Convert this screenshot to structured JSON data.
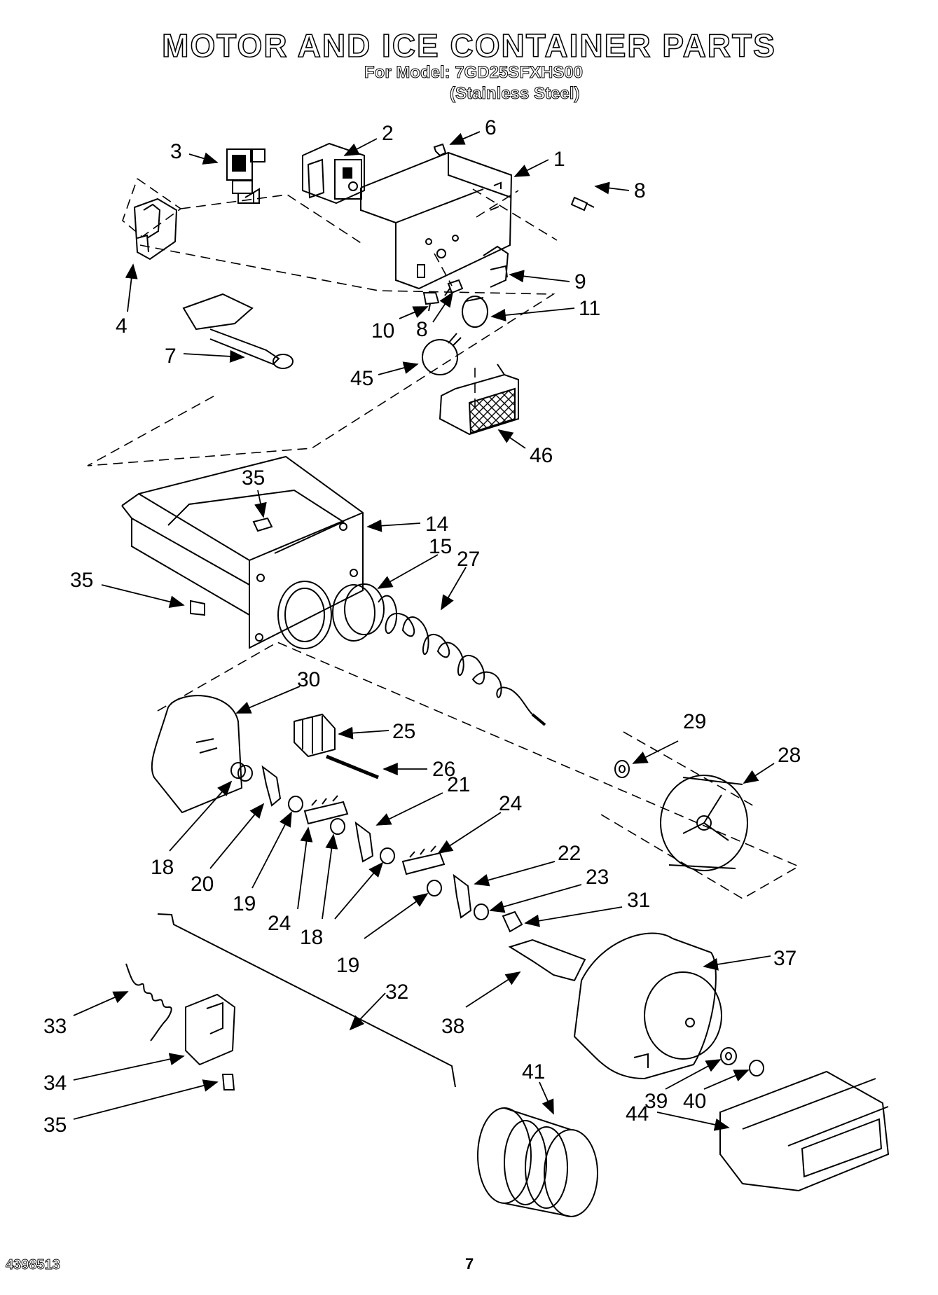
{
  "header": {
    "title": "MOTOR AND ICE CONTAINER PARTS",
    "model_line": "For Model: 7GD25SFXHS00",
    "finish_line": "(Stainless Steel)"
  },
  "footer": {
    "doc_number": "4398513",
    "page_number": "7"
  },
  "callouts": [
    {
      "id": "c1",
      "label": "1"
    },
    {
      "id": "c2",
      "label": "2"
    },
    {
      "id": "c3",
      "label": "3"
    },
    {
      "id": "c4",
      "label": "4"
    },
    {
      "id": "c6",
      "label": "6"
    },
    {
      "id": "c7",
      "label": "7"
    },
    {
      "id": "c8a",
      "label": "8"
    },
    {
      "id": "c8b",
      "label": "8"
    },
    {
      "id": "c9",
      "label": "9"
    },
    {
      "id": "c10",
      "label": "10"
    },
    {
      "id": "c11",
      "label": "11"
    },
    {
      "id": "c45",
      "label": "45"
    },
    {
      "id": "c46",
      "label": "46"
    },
    {
      "id": "c35a",
      "label": "35"
    },
    {
      "id": "c14",
      "label": "14"
    },
    {
      "id": "c15",
      "label": "15"
    },
    {
      "id": "c27",
      "label": "27"
    },
    {
      "id": "c35b",
      "label": "35"
    },
    {
      "id": "c30",
      "label": "30"
    },
    {
      "id": "c29",
      "label": "29"
    },
    {
      "id": "c28",
      "label": "28"
    },
    {
      "id": "c25",
      "label": "25"
    },
    {
      "id": "c26",
      "label": "26"
    },
    {
      "id": "c21",
      "label": "21"
    },
    {
      "id": "c24a",
      "label": "24"
    },
    {
      "id": "c22",
      "label": "22"
    },
    {
      "id": "c23",
      "label": "23"
    },
    {
      "id": "c31",
      "label": "31"
    },
    {
      "id": "c18a",
      "label": "18"
    },
    {
      "id": "c20",
      "label": "20"
    },
    {
      "id": "c19a",
      "label": "19"
    },
    {
      "id": "c24b",
      "label": "24"
    },
    {
      "id": "c18b",
      "label": "18"
    },
    {
      "id": "c19b",
      "label": "19"
    },
    {
      "id": "c37",
      "label": "37"
    },
    {
      "id": "c32",
      "label": "32"
    },
    {
      "id": "c33",
      "label": "33"
    },
    {
      "id": "c38",
      "label": "38"
    },
    {
      "id": "c34",
      "label": "34"
    },
    {
      "id": "c35c",
      "label": "35"
    },
    {
      "id": "c41",
      "label": "41"
    },
    {
      "id": "c39",
      "label": "39"
    },
    {
      "id": "c40",
      "label": "40"
    },
    {
      "id": "c44",
      "label": "44"
    }
  ]
}
